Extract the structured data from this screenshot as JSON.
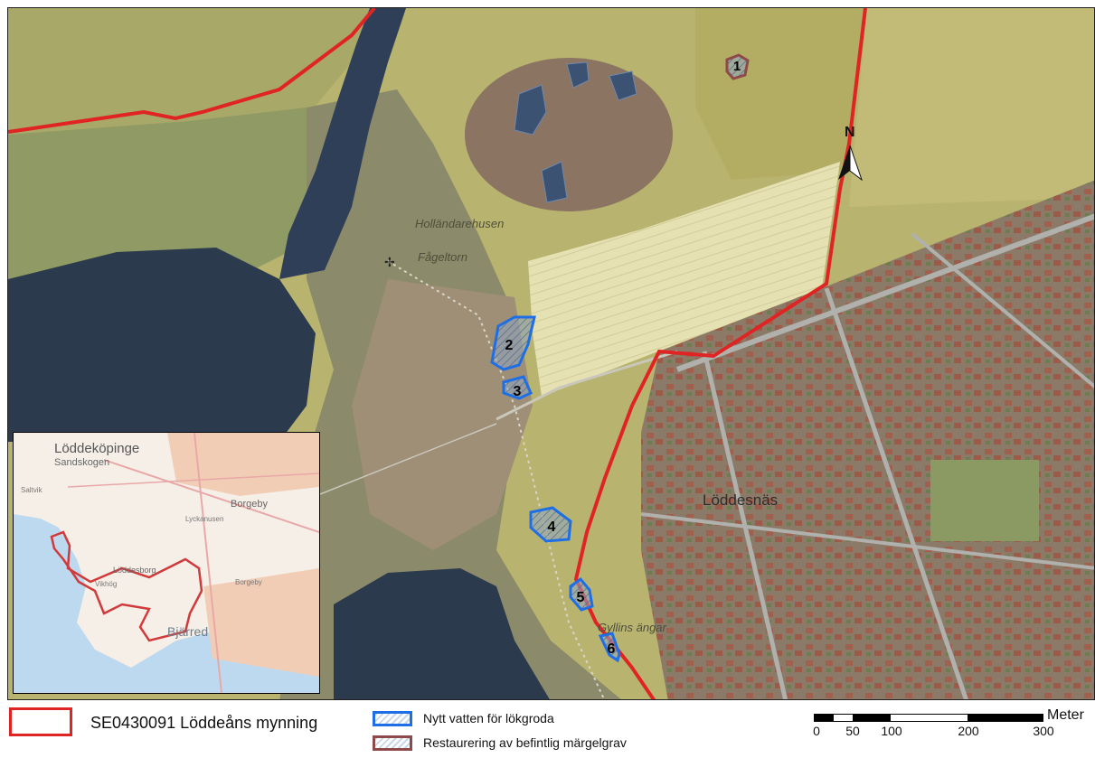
{
  "map": {
    "labels": {
      "hollandarehusen": "Holländarehusen",
      "fageltorn": "Fågeltorn",
      "loddesnas": "Löddesnäs",
      "gyllins": "Gyllins ängar",
      "north": "N"
    },
    "sites": [
      "1",
      "2",
      "3",
      "4",
      "5",
      "6"
    ]
  },
  "inset": {
    "labels": {
      "loddekopinge": "Löddeköpinge",
      "sandskogen": "Sandskogen",
      "borgeby": "Borgeby",
      "borgeby2": "Borgeby",
      "lyckanusen": "Lyckanusen",
      "loddesborg": "Löddesborg",
      "saltvik": "Saltvik",
      "vikhog": "Vikhög",
      "bjarred": "Bjärred"
    }
  },
  "legend": {
    "boundary": "SE0430091 Löddeåns mynning",
    "new_water": "Nytt vatten för lökgroda",
    "restoration": "Restaurering av befintlig märgelgrav"
  },
  "scale": {
    "ticks": [
      "0",
      "50",
      "100",
      "200",
      "300"
    ],
    "unit": "Meter"
  },
  "colors": {
    "boundary": "#e02424",
    "new_water": "#1e6fe6",
    "restoration": "#8e4a4a"
  }
}
